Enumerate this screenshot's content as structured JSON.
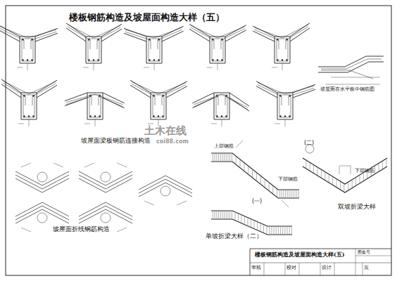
{
  "diagram": {
    "title": "楼板钢筋构造及坡屋面构造大样（五）",
    "labels": [
      "坡屋面梁板钢筋连接构造",
      "坡屋面在水平板中钢筋图",
      "坡屋面折线钢筋构造",
      "(一)",
      "单坡折梁大样（二）",
      "(二)",
      "双坡折梁大样",
      "下部钢筋",
      "上部钢筋",
      "下部钢筋",
      "楼板钢筋构造及坡屋面构造大样(五)",
      "图集号",
      "审核",
      "校对",
      "设计",
      "页",
      "土木在线",
      "coi88.com"
    ]
  }
}
